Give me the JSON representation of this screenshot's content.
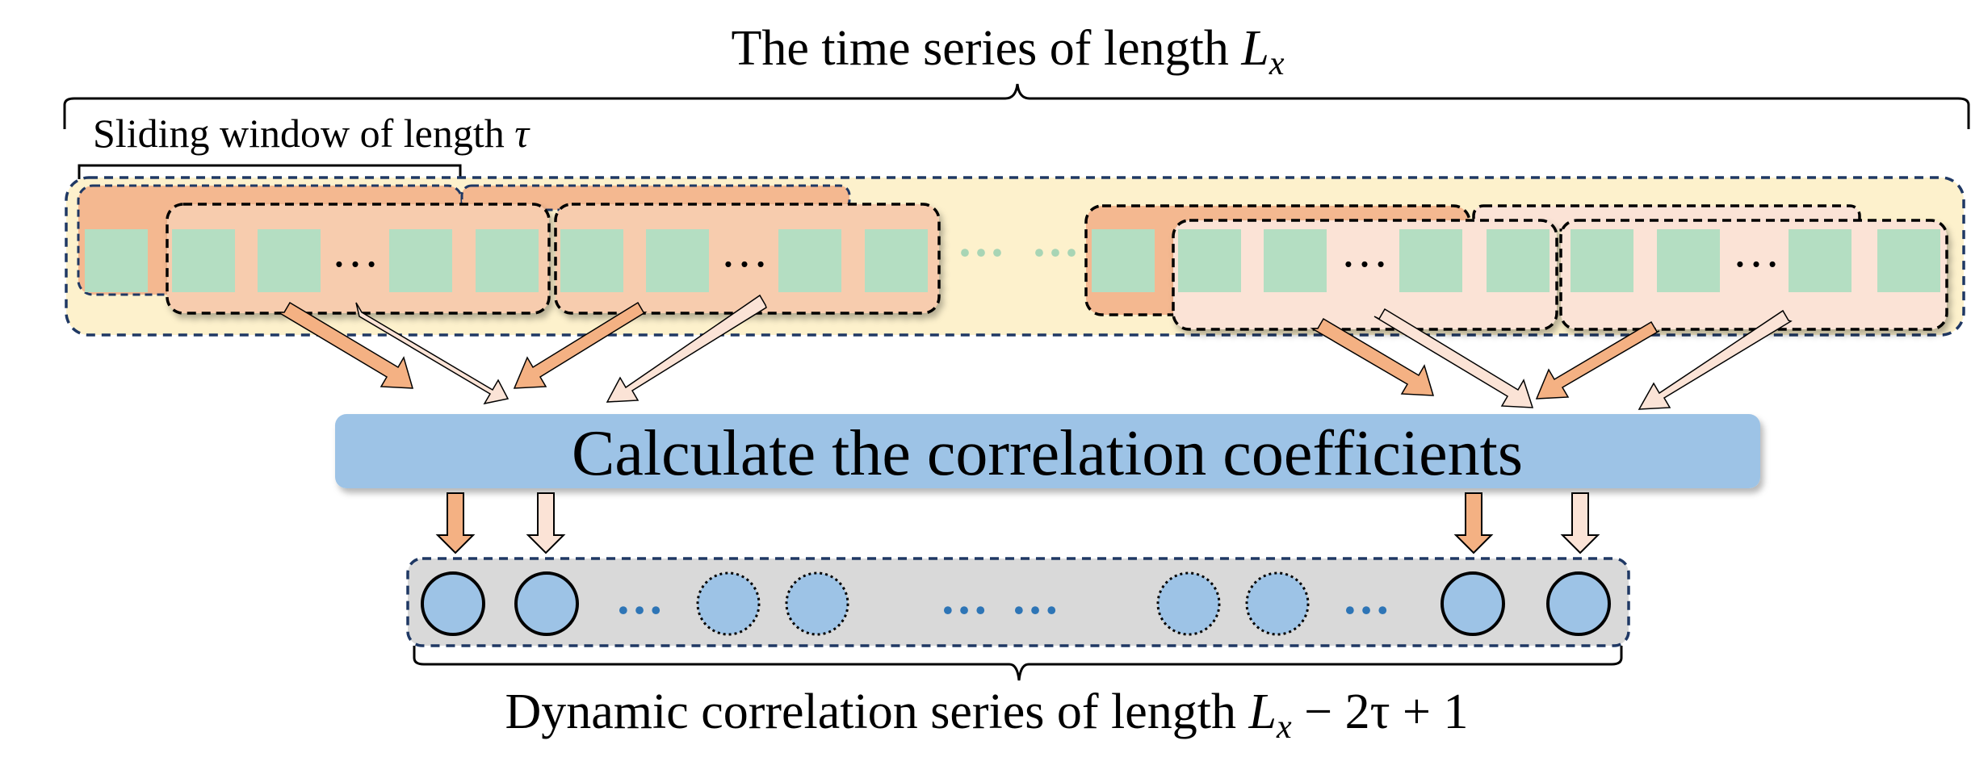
{
  "title": {
    "prefix": "The time series of length ",
    "var": "L",
    "sub": "x"
  },
  "window_label": {
    "prefix": "Sliding window of length ",
    "var": "τ"
  },
  "calc_label": "Calculate the correlation coefficients",
  "bottom_label": {
    "prefix": "Dynamic correlation series of length ",
    "var": "L",
    "sub": "x",
    "suffix": " − 2τ + 1"
  },
  "ellipsis": "…",
  "ellipsis_dots": "···",
  "colors": {
    "series_bg": "#FDF1CC",
    "window_dark": "#F4B890",
    "window_mid": "#F7CCAE",
    "window_light": "#FBE3D6",
    "element_green": "#B4DEC2",
    "calc_box": "#9DC3E6",
    "node_fill": "#9DC3E6",
    "output_bg": "#D9D9D9",
    "frame_navy": "#1F3864",
    "dots_blue": "#2E75B6",
    "arrow_dark": "#F4B183",
    "arrow_light": "#FBE3D6"
  }
}
